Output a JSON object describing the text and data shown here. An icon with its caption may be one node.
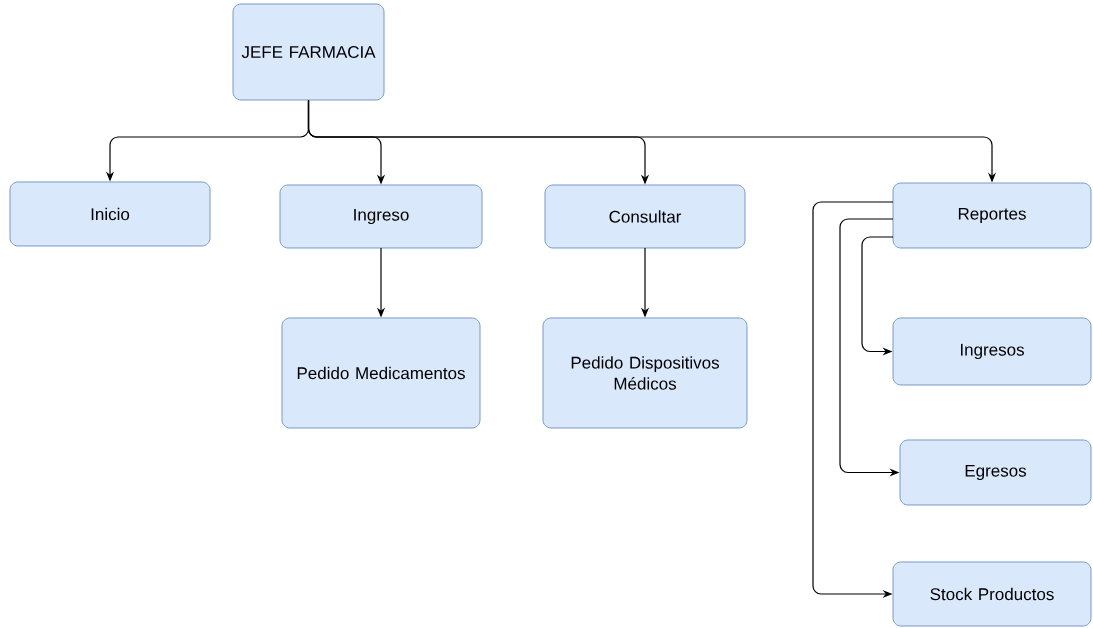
{
  "diagram": {
    "nodes": [
      {
        "text": [
          "JEFE FARMACIA"
        ]
      },
      {
        "text": [
          "Inicio"
        ]
      },
      {
        "text": [
          "Ingreso"
        ]
      },
      {
        "text": [
          "Consultar"
        ]
      },
      {
        "text": [
          "Reportes"
        ]
      },
      {
        "text": [
          "Pedido Medicamentos"
        ]
      },
      {
        "text": [
          "Pedido Dispositivos Médicos"
        ]
      },
      {
        "text": [
          "Ingresos"
        ]
      },
      {
        "text": [
          "Egresos"
        ]
      },
      {
        "text": [
          "Stock Productos"
        ]
      }
    ],
    "edges": [
      {
        "from": 0,
        "to": 1,
        "arrow": "to"
      },
      {
        "from": 0,
        "to": 2,
        "arrow": "to"
      },
      {
        "from": 0,
        "to": 3,
        "arrow": "to"
      },
      {
        "from": 0,
        "to": 4,
        "arrow": "to"
      },
      {
        "from": 2,
        "to": 5,
        "arrow": "to"
      },
      {
        "from": 3,
        "to": 6,
        "arrow": "to"
      },
      {
        "from": 4,
        "to": 7,
        "arrow": "to"
      },
      {
        "from": 4,
        "to": 8,
        "arrow": "to"
      },
      {
        "from": 4,
        "to": 9,
        "arrow": "to"
      }
    ]
  }
}
